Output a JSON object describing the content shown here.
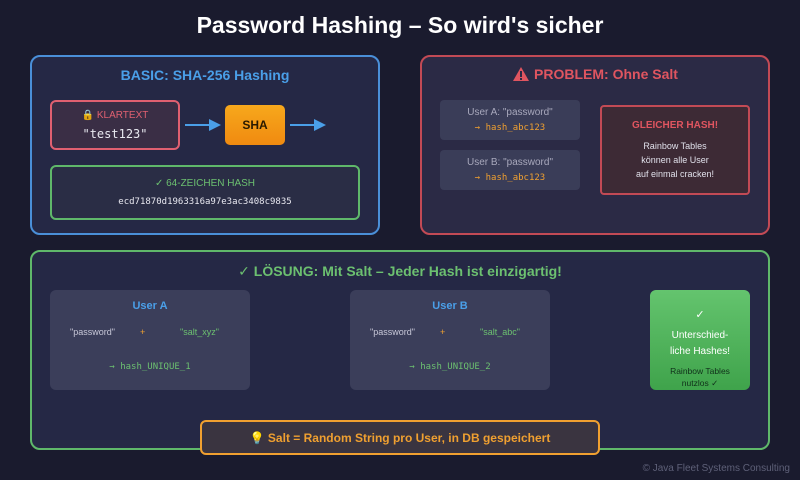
{
  "title": "Password Hashing – So wird's sicher",
  "basic": {
    "title": "BASIC: SHA-256 Hashing",
    "klartext_label": "🔒 KLARTEXT",
    "klartext_value": "\"test123\"",
    "sha_label": "SHA",
    "hash_label": "✓ 64-ZEICHEN HASH",
    "hash_value": "ecd71870d1963316a97e3ac3408c9835"
  },
  "problem": {
    "title": "PROBLEM: Ohne Salt",
    "user_a_label": "User A: \"password\"",
    "user_a_hash": "→ hash_abc123",
    "user_b_label": "User B: \"password\"",
    "user_b_hash": "→ hash_abc123",
    "same_hash_title": "GLEICHER HASH!",
    "same_hash_line1": "Rainbow Tables",
    "same_hash_line2": "können alle User",
    "same_hash_line3": "auf einmal cracken!"
  },
  "solution": {
    "title": "✓ LÖSUNG: Mit Salt – Jeder Hash ist einzigartig!",
    "user_a": {
      "name": "User A",
      "password": "\"password\"",
      "plus": "+",
      "salt": "\"salt_xyz\"",
      "hash": "→ hash_UNIQUE_1"
    },
    "user_b": {
      "name": "User B",
      "password": "\"password\"",
      "plus": "+",
      "salt": "\"salt_abc\"",
      "hash": "→ hash_UNIQUE_2"
    },
    "result_check": "✓",
    "result_line1": "Unterschied-",
    "result_line2": "liche Hashes!",
    "result_line3": "Rainbow Tables",
    "result_line4": "nutzlos ✓",
    "salt_note": "💡 Salt = Random String pro User, in DB gespeichert"
  },
  "footer": "© Java Fleet Systems Consulting",
  "colors": {
    "background": "#1a1b2e",
    "basic_accent": "#4a9fe8",
    "problem_accent": "#e05560",
    "solution_accent": "#6cc070",
    "sha_orange": "#f7a81c",
    "hash_orange": "#f0a030"
  },
  "icons": {
    "warning": "warning-icon",
    "arrow": "arrow-right-icon"
  }
}
